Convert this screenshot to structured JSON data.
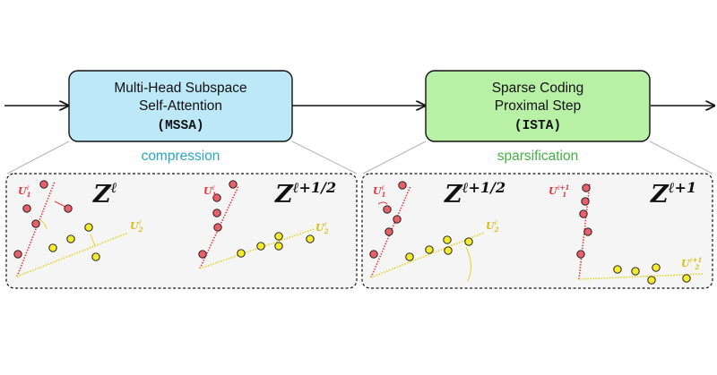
{
  "colors": {
    "mssa_fill": "#bde8f8",
    "ista_fill": "#b8f0a6",
    "compression_text": "#2aa5c4",
    "sparsification_text": "#44b044",
    "red_subspace": "#e8363d",
    "yellow_subspace": "#e6d21e",
    "red_point": "#e8606a",
    "yellow_point": "#f4ea2e",
    "panel_fill": "#f5f5f5"
  },
  "blocks": [
    {
      "lines": [
        "Multi-Head Subspace",
        "Self-Attention"
      ],
      "code": "MSSA",
      "caption": "compression"
    },
    {
      "lines": [
        "Sparse Coding",
        "Proximal Step"
      ],
      "code": "ISTA",
      "caption": "sparsification"
    }
  ],
  "panels": [
    {
      "frames": [
        {
          "z_base": "Z",
          "z_sup": "ℓ",
          "u1_sup": "ℓ",
          "u2_sup": "ℓ"
        },
        {
          "z_base": "Z",
          "z_sup": "ℓ+1/2",
          "u1_sup": "ℓ",
          "u2_sup": "ℓ"
        }
      ]
    },
    {
      "frames": [
        {
          "z_base": "Z",
          "z_sup": "ℓ+1/2",
          "u1_sup": "ℓ",
          "u2_sup": "ℓ"
        },
        {
          "z_base": "Z",
          "z_sup": "ℓ+1",
          "u1_sup": "ℓ+1",
          "u2_sup": "ℓ+1"
        }
      ]
    }
  ],
  "u_base": "U",
  "u1_index": "1",
  "u2_index": "2"
}
